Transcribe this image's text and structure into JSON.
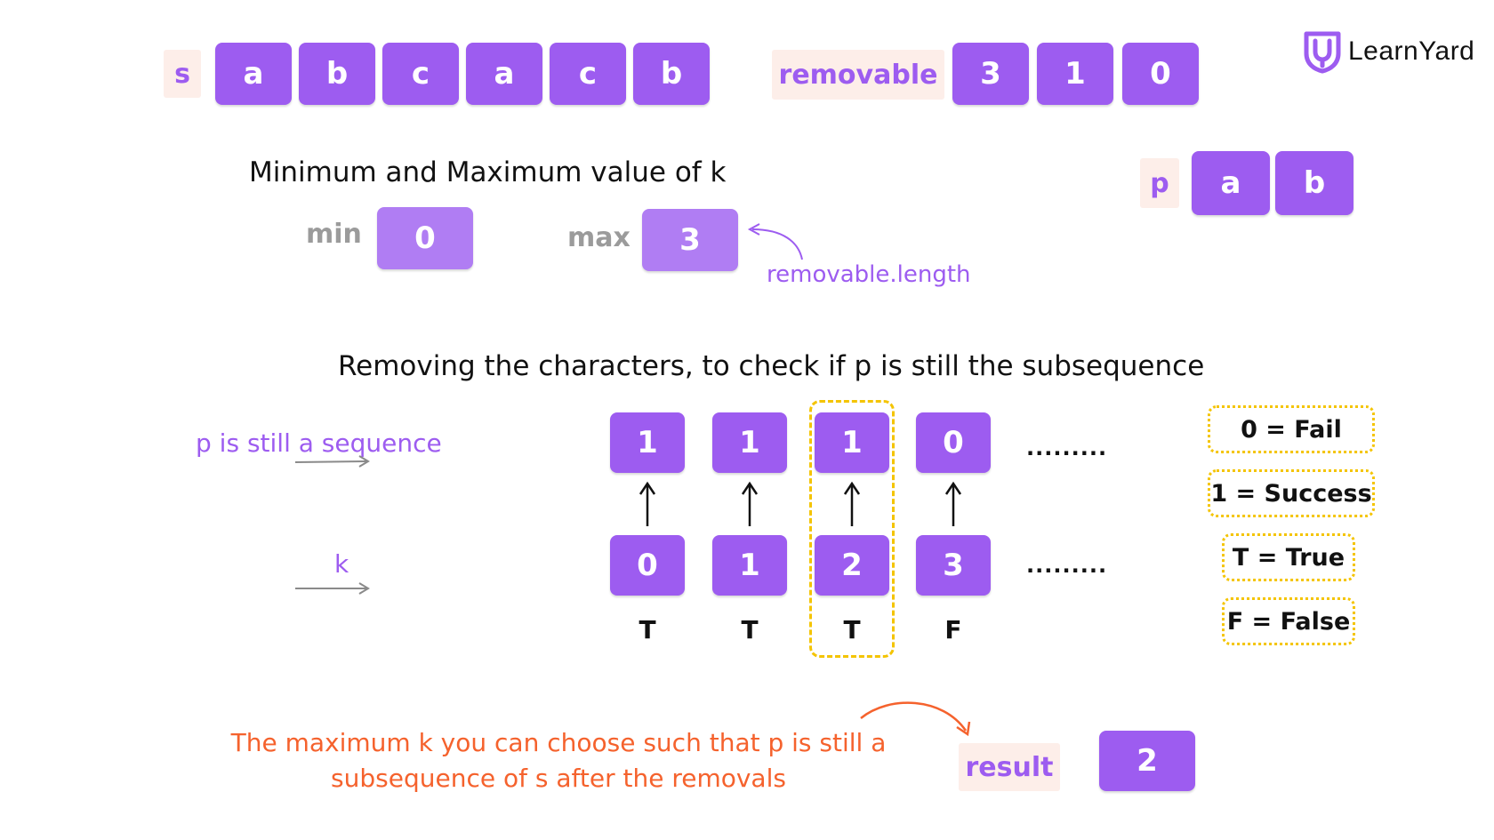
{
  "s": {
    "label": "s",
    "chars": [
      "a",
      "b",
      "c",
      "a",
      "c",
      "b"
    ]
  },
  "removable": {
    "label": "removable",
    "values": [
      "3",
      "1",
      "0"
    ]
  },
  "brand": {
    "name": "LearnYard",
    "icon": "learnyard-shield-icon"
  },
  "minmax": {
    "heading": "Minimum and Maximum value of k",
    "min_label": "min",
    "min_value": "0",
    "max_label": "max",
    "max_value": "3",
    "note": "removable.length"
  },
  "p": {
    "label": "p",
    "chars": [
      "a",
      "b"
    ]
  },
  "check": {
    "heading": "Removing the characters, to check if p is still the subsequence",
    "row_label_top": "p is still a sequence",
    "row_label_bottom": "k",
    "results": [
      "1",
      "1",
      "1",
      "0"
    ],
    "ks": [
      "0",
      "1",
      "2",
      "3"
    ],
    "tf": [
      "T",
      "T",
      "T",
      "F"
    ],
    "ellipsis": "........."
  },
  "legend": [
    "0 = Fail",
    "1 = Success",
    "T = True",
    "F = False"
  ],
  "conclusion": {
    "line1": "The maximum k you can choose such that p is still a",
    "line2": "subsequence of s after the removals",
    "result_label": "result",
    "result_value": "2"
  },
  "colors": {
    "purple": "#9d5cf0",
    "tag_bg": "#fdeee9",
    "orange": "#f5622d",
    "yellow": "#f4c400"
  }
}
